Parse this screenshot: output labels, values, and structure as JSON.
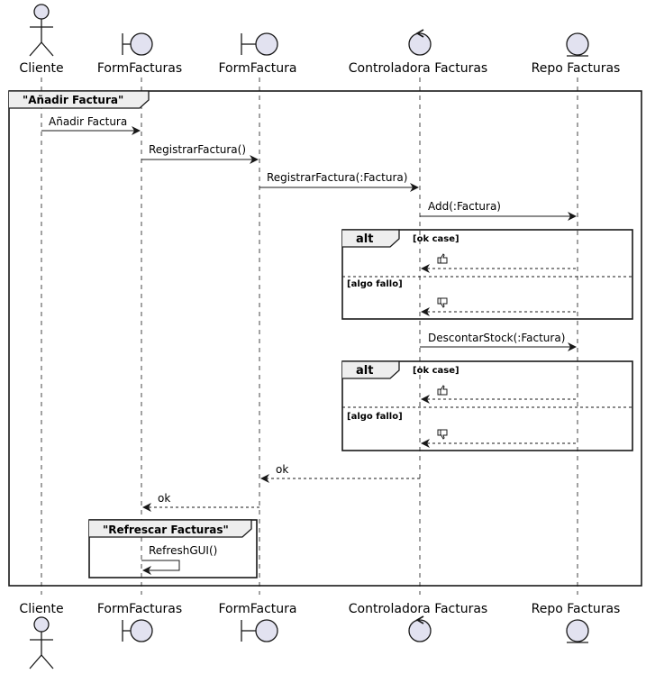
{
  "participants": [
    {
      "name": "Cliente",
      "kind": "actor"
    },
    {
      "name": "FormFacturas",
      "kind": "boundary"
    },
    {
      "name": "FormFactura",
      "kind": "boundary"
    },
    {
      "name": "Controladora Facturas",
      "kind": "control"
    },
    {
      "name": "Repo Facturas",
      "kind": "entity"
    }
  ],
  "outer_frame": {
    "title": "\"Añadir Factura\""
  },
  "messages": {
    "m1": "Añadir Factura",
    "m2": "RegistrarFactura()",
    "m3": "RegistrarFactura(:Factura)",
    "m4": "Add(:Factura)",
    "m5": "DescontarStock(:Factura)",
    "m6": "ok",
    "m7": "ok",
    "m8": "RefreshGUI()"
  },
  "alt_blocks": [
    {
      "keyword": "alt",
      "guard1": "[ok case]",
      "guard2": "[algo fallo]",
      "ok_icon": "thumbs-up-icon",
      "fail_icon": "thumbs-down-icon"
    },
    {
      "keyword": "alt",
      "guard1": "[ok case]",
      "guard2": "[algo fallo]",
      "ok_icon": "thumbs-up-icon",
      "fail_icon": "thumbs-down-icon"
    }
  ],
  "inner_frame": {
    "title": "\"Refrescar Facturas\""
  },
  "colors": {
    "participant_fill": "#E2E2F0",
    "line": "#181818"
  }
}
